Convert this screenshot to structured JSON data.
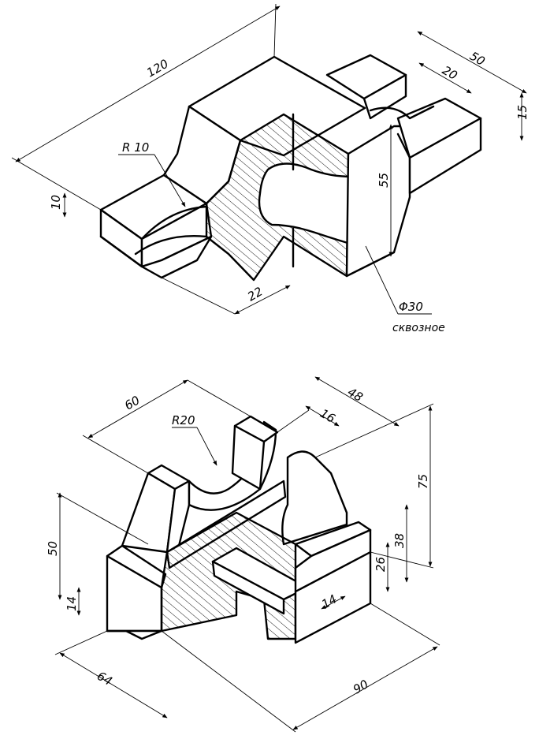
{
  "drawing_top": {
    "dims": {
      "d120": "120",
      "d50": "50",
      "d20": "20",
      "d15": "15",
      "d55": "55",
      "d10": "10",
      "d22": "22",
      "r10": "R 10",
      "phi30": "Φ30",
      "through": "сквозное"
    }
  },
  "drawing_bottom": {
    "dims": {
      "d60": "60",
      "d48": "48",
      "d16": "16",
      "r20": "R20",
      "d75": "75",
      "d50": "50",
      "d38": "38",
      "d26": "26",
      "d14a": "14",
      "d14b": "14",
      "d64": "64",
      "d90": "90"
    }
  },
  "colors": {
    "line": "#000000",
    "face": "#ffffff",
    "section": "#ffffff"
  }
}
